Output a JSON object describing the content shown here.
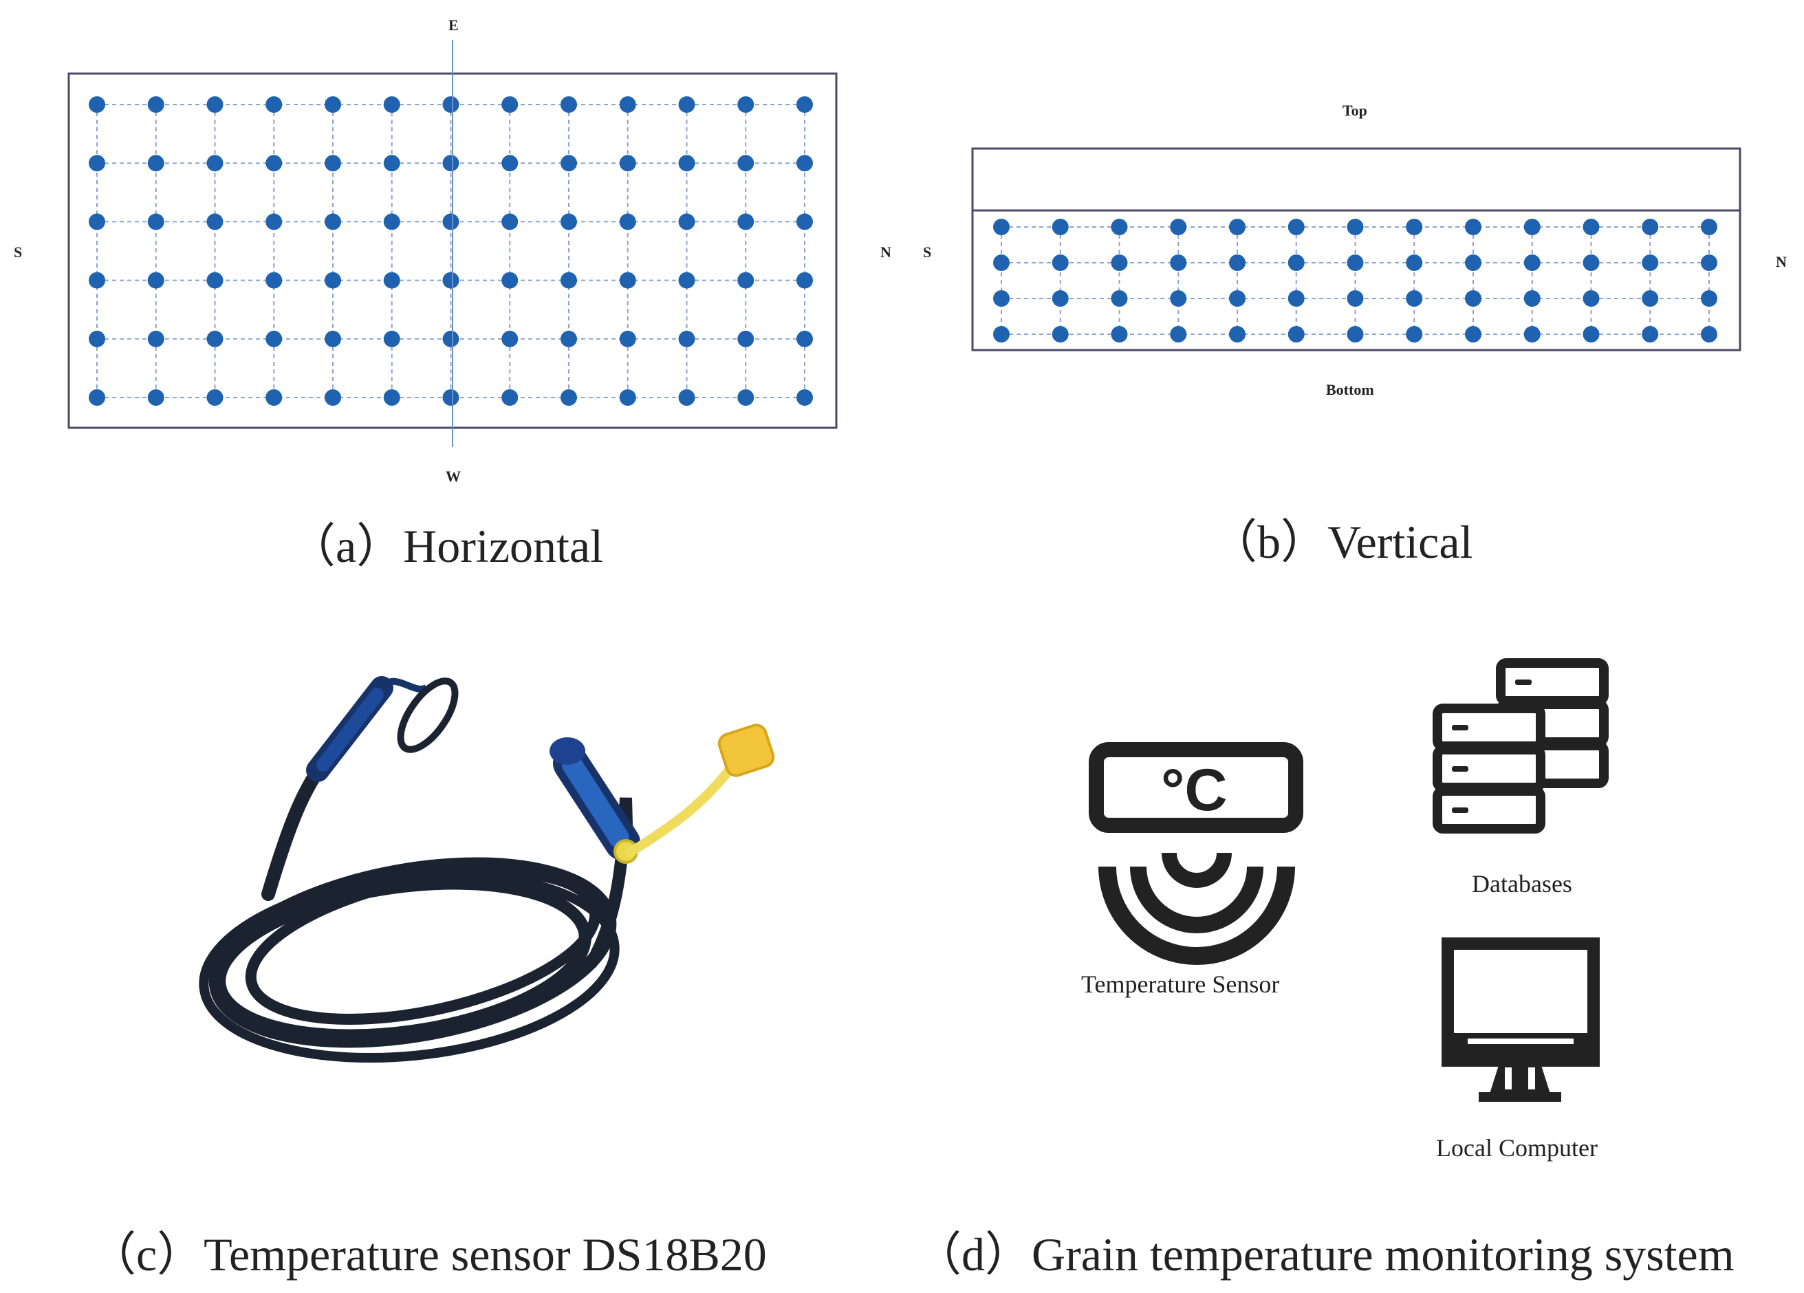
{
  "panel_a": {
    "caption": "（a）Horizontal",
    "compass": {
      "east": "E",
      "west": "W",
      "south": "S",
      "north": "N"
    },
    "grid": {
      "rows": 6,
      "cols": 13
    }
  },
  "panel_b": {
    "caption": "（b）Vertical",
    "labels": {
      "top": "Top",
      "bottom": "Bottom",
      "south": "S",
      "north": "N"
    },
    "grid": {
      "rows": 4,
      "cols": 13
    }
  },
  "panel_c": {
    "caption": "（c）Temperature sensor DS18B20"
  },
  "panel_d": {
    "caption": "（d）Grain temperature monitoring system",
    "sensor_label": "Temperature Sensor",
    "sensor_unit": "°C",
    "databases_label": "Databases",
    "computer_label": "Local Computer"
  },
  "colors": {
    "dot": "#1f63b0",
    "frame": "#4a4a6a",
    "gridline": "#8aa3d6"
  }
}
